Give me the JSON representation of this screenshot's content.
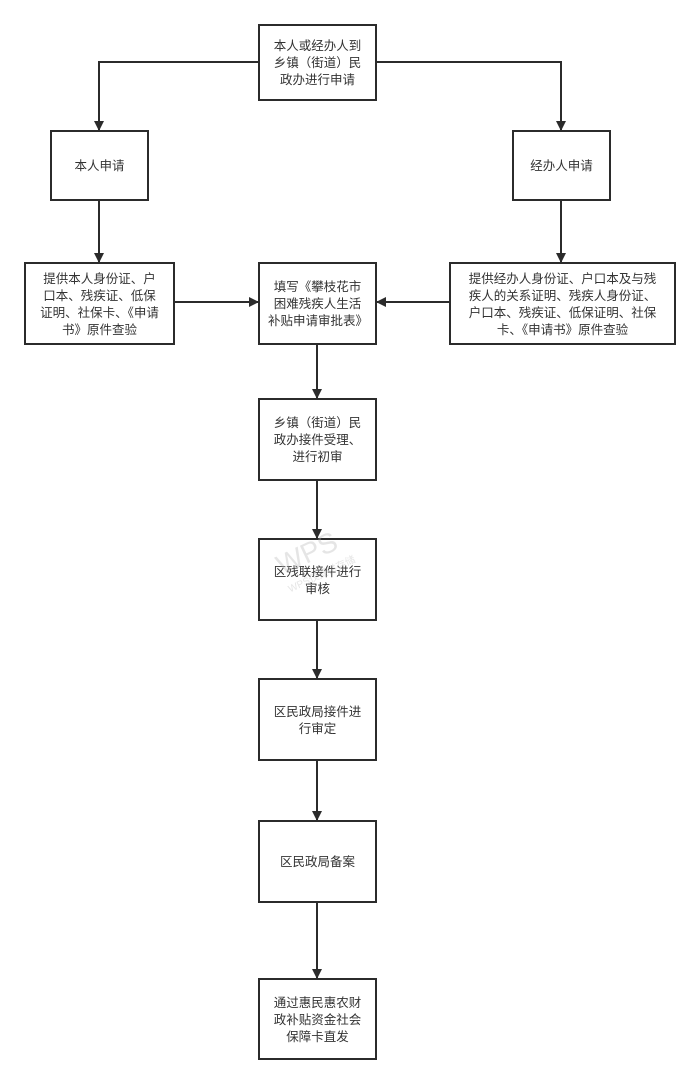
{
  "diagram": {
    "type": "flowchart",
    "nodes": {
      "start": "本人或经办人到乡镇（街道）民政办进行申请",
      "self_apply": "本人申请",
      "agent_apply": "经办人申请",
      "self_docs": "提供本人身份证、户口本、残疾证、低保证明、社保卡、《申请书》原件查验",
      "fill_form": "填写《攀枝花市困难残疾人生活补贴申请审批表》",
      "agent_docs": "提供经办人身份证、户口本及与残疾人的关系证明、残疾人身份证、户口本、残疾证、低保证明、社保卡、《申请书》原件查验",
      "town_review": "乡镇（街道）民政办接件受理、进行初审",
      "dpf_review": "区残联接件进行审核",
      "civil_approve": "区民政局接件进行审定",
      "civil_record": "区民政局备案",
      "payout": "通过惠民惠农财政补贴资金社会保障卡直发"
    },
    "edges": [
      {
        "from": "start",
        "to": "self_apply"
      },
      {
        "from": "start",
        "to": "agent_apply"
      },
      {
        "from": "self_apply",
        "to": "self_docs"
      },
      {
        "from": "agent_apply",
        "to": "agent_docs"
      },
      {
        "from": "self_docs",
        "to": "fill_form"
      },
      {
        "from": "agent_docs",
        "to": "fill_form"
      },
      {
        "from": "fill_form",
        "to": "town_review"
      },
      {
        "from": "town_review",
        "to": "dpf_review"
      },
      {
        "from": "dpf_review",
        "to": "civil_approve"
      },
      {
        "from": "civil_approve",
        "to": "civil_record"
      },
      {
        "from": "civil_record",
        "to": "payout"
      }
    ],
    "colors": {
      "stroke": "#2b2b2b",
      "text": "#333333",
      "background": "#ffffff"
    }
  },
  "watermark": {
    "text": "WPS",
    "subtext": "WPS仅提供存储"
  }
}
